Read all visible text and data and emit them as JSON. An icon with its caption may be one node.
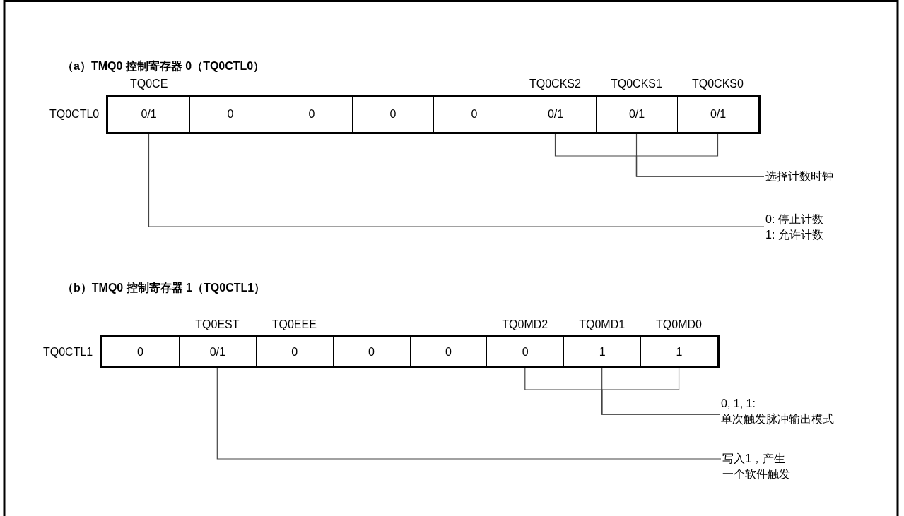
{
  "diagram": {
    "nodes": [
      {
        "text": [],
        "shape": "box",
        "beside": [
          "TQ0CTL0"
        ]
      },
      {
        "text": [
          "0/1"
        ],
        "in": 0,
        "beside": [
          "TQ0CE"
        ]
      },
      {
        "text": [
          "0"
        ],
        "in": 0
      },
      {
        "text": [
          "0"
        ],
        "in": 0
      },
      {
        "text": [
          "0"
        ],
        "in": 0
      },
      {
        "text": [
          "0"
        ],
        "in": 0
      },
      {
        "text": [
          "0/1"
        ],
        "in": 0,
        "beside": [
          "TQ0CKS2"
        ]
      },
      {
        "text": [
          "0/1"
        ],
        "in": 0,
        "beside": [
          "TQ0CKS1"
        ]
      },
      {
        "text": [
          "0/1"
        ],
        "in": 0,
        "beside": [
          "TQ0CKS0"
        ]
      },
      {
        "text": [
          "选择计数时钟"
        ]
      },
      {
        "text": [
          "0: 停止计数",
          "1: 允许计数"
        ]
      },
      {
        "text": [],
        "shape": "box",
        "beside": [
          "TQ0CTL1"
        ]
      },
      {
        "text": [
          "0"
        ],
        "in": 11
      },
      {
        "text": [
          "0/1"
        ],
        "in": 11,
        "beside": [
          "TQ0EST"
        ]
      },
      {
        "text": [
          "0"
        ],
        "in": 11,
        "beside": [
          "TQ0EEE"
        ]
      },
      {
        "text": [
          "0"
        ],
        "in": 11
      },
      {
        "text": [
          "0"
        ],
        "in": 11
      },
      {
        "text": [
          "0"
        ],
        "in": 11,
        "beside": [
          "TQ0MD2"
        ]
      },
      {
        "text": [
          "1"
        ],
        "in": 11,
        "beside": [
          "TQ0MD1"
        ]
      },
      {
        "text": [
          "1"
        ],
        "in": 11,
        "beside": [
          "TQ0MD0"
        ]
      },
      {
        "text": [
          "0, 1, 1: 单次触发脉冲输出模式"
        ]
      },
      {
        "text": [
          "写入1，产生一个软件触发"
        ]
      }
    ],
    "edges": [
      {
        "from": 6,
        "to": 9,
        "arrow": "none"
      },
      {
        "from": 7,
        "to": 9,
        "arrow": "none"
      },
      {
        "from": 8,
        "to": 9,
        "arrow": "none"
      },
      {
        "from": 1,
        "to": 10,
        "arrow": "none"
      },
      {
        "from": 17,
        "to": 20,
        "arrow": "none"
      },
      {
        "from": 18,
        "to": 20,
        "arrow": "none"
      },
      {
        "from": 19,
        "to": 20,
        "arrow": "none"
      },
      {
        "from": 13,
        "to": 21,
        "arrow": "none"
      }
    ],
    "labels": [
      "（a）TMQ0 控制寄存器 0（TQ0CTL0）",
      "（b）TMQ0 控制寄存器 1（TQ0CTL1）"
    ]
  }
}
